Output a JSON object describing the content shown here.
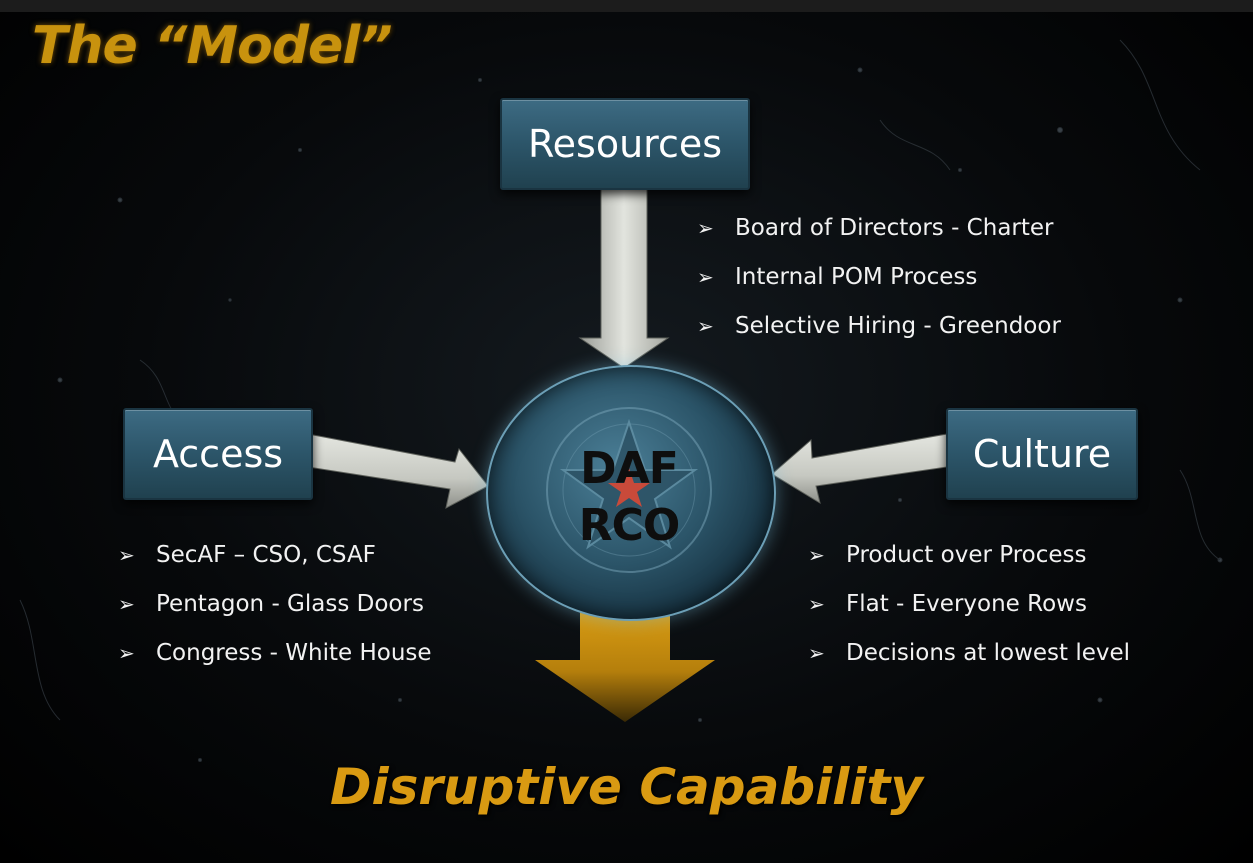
{
  "title": "The “Model”",
  "hub": {
    "line1": "DAF",
    "line2": "RCO"
  },
  "resources": {
    "label": "Resources",
    "bullets": [
      "Board of Directors - Charter",
      "Internal POM Process",
      "Selective Hiring - Greendoor"
    ]
  },
  "access": {
    "label": "Access",
    "bullets": [
      "SecAF – CSO, CSAF",
      "Pentagon - Glass Doors",
      "Congress - White House"
    ]
  },
  "culture": {
    "label": "Culture",
    "bullets": [
      "Product over Process",
      "Flat - Everyone Rows",
      "Decisions at lowest level"
    ]
  },
  "bullet_marker": "➢",
  "footer": "Disruptive Capability",
  "colors": {
    "background": "#000000",
    "box_fill": "#2c5569",
    "arrow_fill": "#d0d2cc",
    "output_arrow": "#d59a10",
    "title_text": "#c8920e",
    "footer_text": "#d99a12",
    "hub_fill": "#2b5468",
    "hub_star": "#c94a3a"
  }
}
